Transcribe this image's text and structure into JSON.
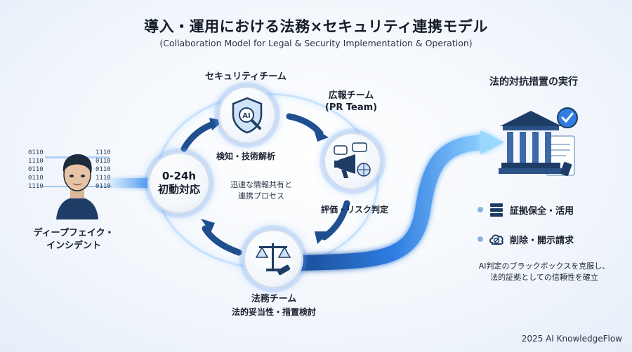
{
  "title": "導入・運用における法務×セキュリティ連携モデル",
  "subtitle": "(Collaboration Model for Legal & Security Implementation & Operation)",
  "incident": {
    "line1": "ディープフェイク・",
    "line2": "インシデント"
  },
  "binary_lines": [
    "0110",
    "1110",
    "0110",
    "0110",
    "1110"
  ],
  "hub": {
    "line1": "0-24h",
    "line2": "初動対応"
  },
  "security": {
    "title": "セキュリティチーム",
    "caption": "検知・技術解析",
    "badge": "AI"
  },
  "pr": {
    "title": "広報チーム",
    "subtitle": "(PR Team)",
    "caption": "評価・リスク判定"
  },
  "legal": {
    "title": "法務チーム",
    "caption": "法的妥当性・措置検討"
  },
  "center_note": {
    "line1": "迅速な情報共有と",
    "line2": "連携プロセス"
  },
  "action": {
    "title": "法的対抗措置の実行",
    "items": [
      {
        "label": "証拠保全・活用",
        "icon": "server-icon"
      },
      {
        "label": "削除・開示請求",
        "icon": "cloud-block-icon"
      }
    ],
    "note_line1": "AI判定のブラックボックスを克服し、",
    "note_line2": "法的証拠としての信頼性を確立"
  },
  "footer": "2025 AI KnowledgeFlow",
  "colors": {
    "accent": "#2f7de1",
    "glow": "#5fb1ff",
    "dark": "#1d3d66"
  }
}
